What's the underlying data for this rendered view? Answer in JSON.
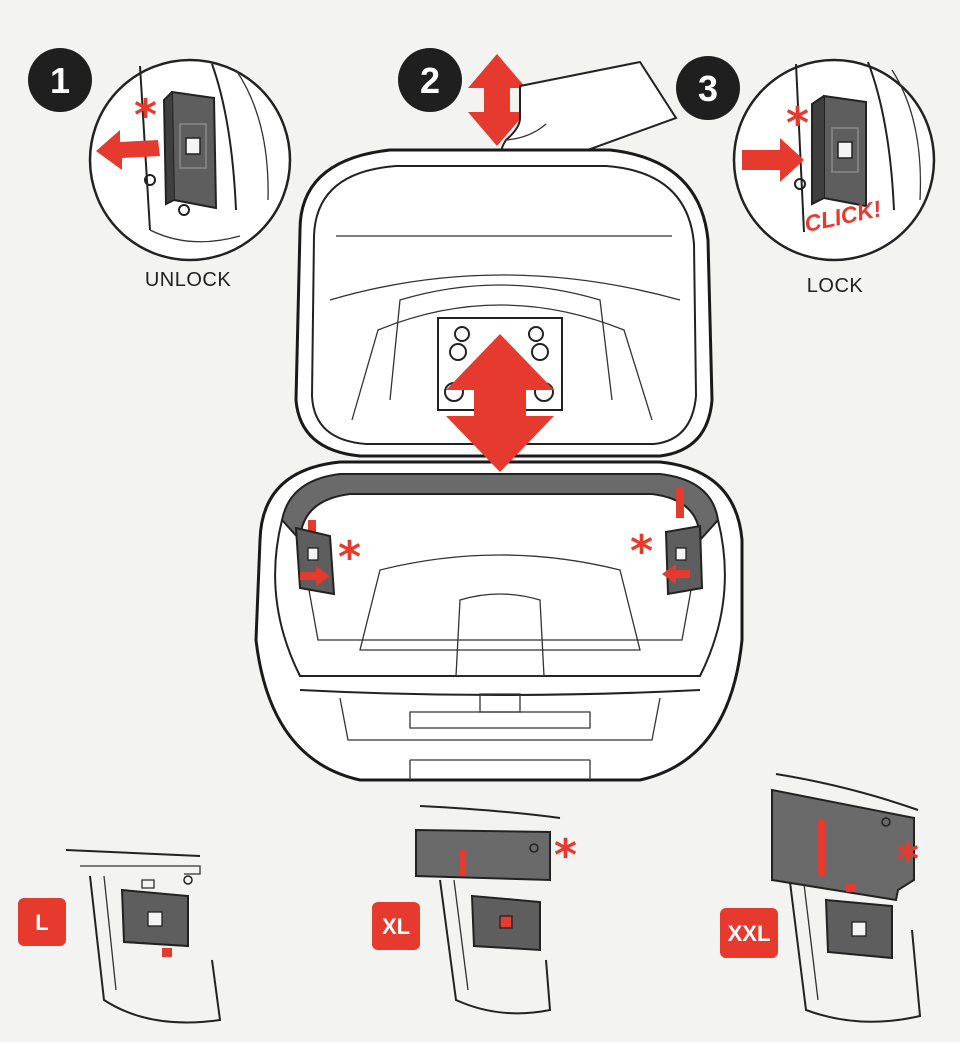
{
  "steps": [
    {
      "number": "1",
      "caption": "UNLOCK"
    },
    {
      "number": "2",
      "caption": ""
    },
    {
      "number": "3",
      "caption": "LOCK",
      "sound": "CLICK!"
    }
  ],
  "marker_symbol": "*",
  "sizes": [
    {
      "label": "L"
    },
    {
      "label": "XL"
    },
    {
      "label": "XXL"
    }
  ],
  "colors": {
    "accent_red": "#e63a2e",
    "badge_black": "#1f1f1f",
    "panel_grey": "#6a6a6a",
    "background": "#f3f3f1"
  },
  "icons": [
    "arrow-left-icon",
    "arrow-right-icon",
    "arrow-updown-icon",
    "hand-icon",
    "asterisk-marker-icon"
  ]
}
